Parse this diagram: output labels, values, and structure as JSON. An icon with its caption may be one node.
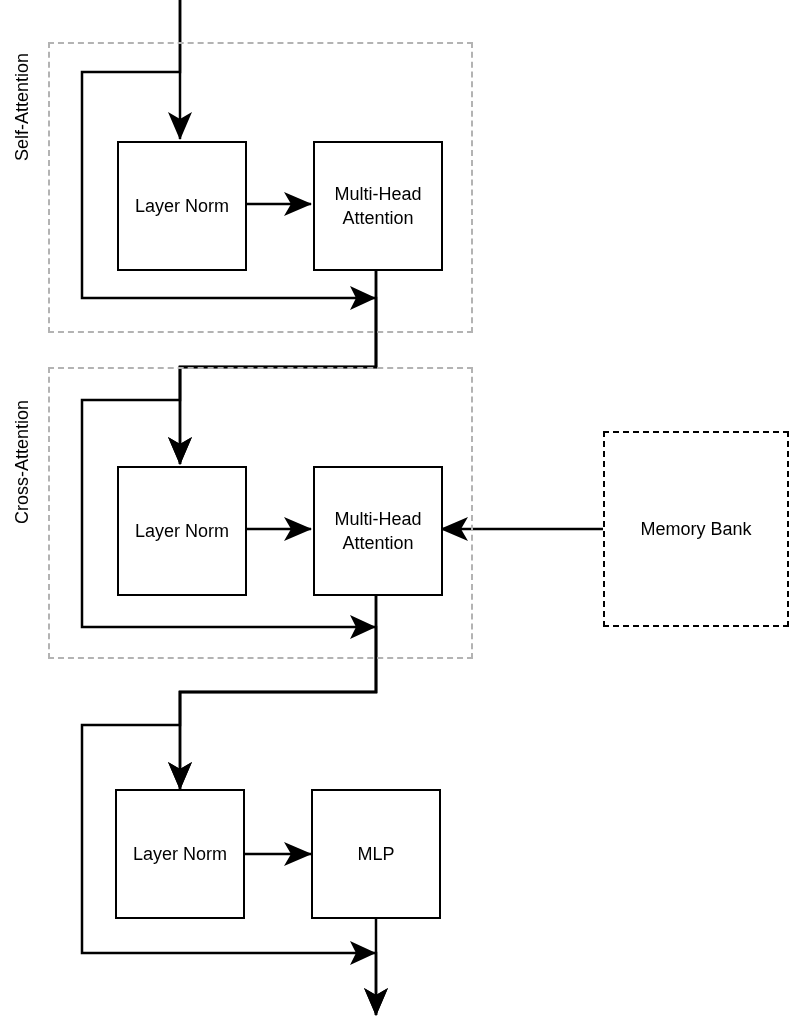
{
  "diagram": {
    "nodes": [
      {
        "text": [
          "Self-Attention"
        ]
      },
      {
        "text": [
          "Layer Norm"
        ],
        "in": 0
      },
      {
        "text": [
          "Multi-Head Attention"
        ],
        "in": 0
      },
      {
        "text": [
          "Cross-Attention"
        ]
      },
      {
        "text": [
          "Layer Norm"
        ],
        "in": 3
      },
      {
        "text": [
          "Multi-Head Attention"
        ],
        "in": 3
      },
      {
        "text": [
          "Memory Bank"
        ]
      },
      {
        "text": [
          "Layer Norm"
        ]
      },
      {
        "text": [
          "MLP"
        ]
      }
    ],
    "edges": [
      {
        "from": null,
        "to": 1,
        "arrow": "to"
      },
      {
        "from": 1,
        "to": 2,
        "arrow": "to"
      },
      {
        "from": 2,
        "to": 4,
        "arrow": "to"
      },
      {
        "from": null,
        "to": 4,
        "arrow": "to"
      },
      {
        "from": 4,
        "to": 5,
        "arrow": "to"
      },
      {
        "from": 6,
        "to": 5,
        "arrow": "to"
      },
      {
        "from": 5,
        "to": 7,
        "arrow": "to"
      },
      {
        "from": 2,
        "to": 7,
        "arrow": "to"
      },
      {
        "from": 7,
        "to": 8,
        "arrow": "to"
      },
      {
        "from": 5,
        "to": null,
        "arrow": "to"
      },
      {
        "from": 8,
        "to": null,
        "arrow": "to"
      }
    ]
  }
}
